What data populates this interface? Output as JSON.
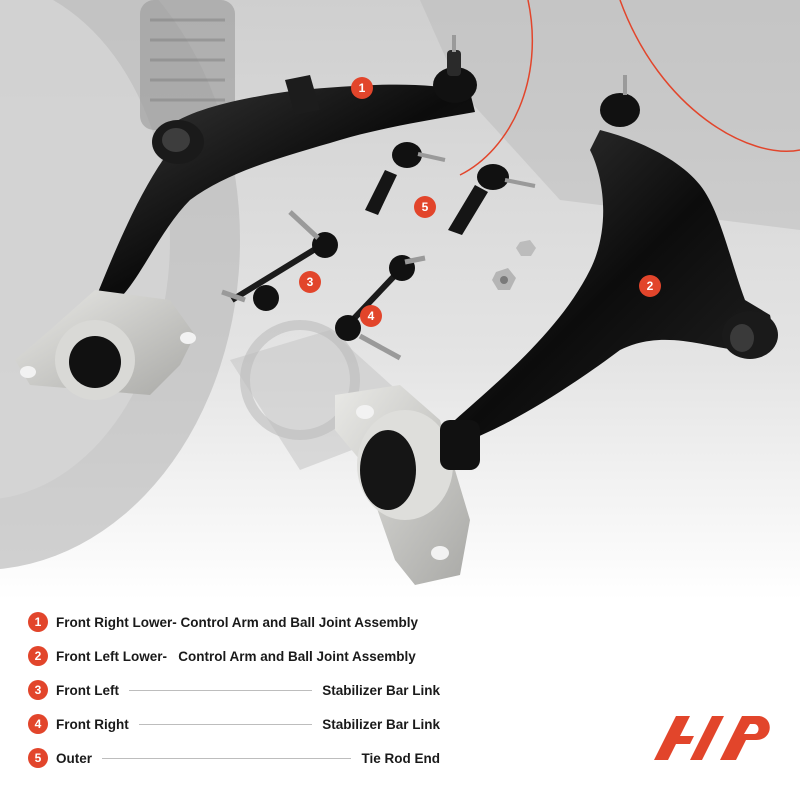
{
  "colors": {
    "accent": "#e2452b",
    "arm": "#121212",
    "bushing": "#c9c9c6",
    "background_gray": "#d8d8d8"
  },
  "callouts": [
    {
      "n": "1"
    },
    {
      "n": "2"
    },
    {
      "n": "3"
    },
    {
      "n": "4"
    },
    {
      "n": "5"
    }
  ],
  "legend": [
    {
      "n": "1",
      "left": "Front Right Lower- Control Arm and Ball Joint Assembly",
      "right": ""
    },
    {
      "n": "2",
      "left": "Front Left Lower-   Control Arm and Ball Joint Assembly",
      "right": ""
    },
    {
      "n": "3",
      "left": "Front Left",
      "right": "Stabilizer Bar Link"
    },
    {
      "n": "4",
      "left": "Front Right",
      "right": "Stabilizer Bar Link"
    },
    {
      "n": "5",
      "left": "Outer",
      "right": "Tie Rod End"
    }
  ],
  "logo": {
    "icon": "brand-logo-icon"
  }
}
